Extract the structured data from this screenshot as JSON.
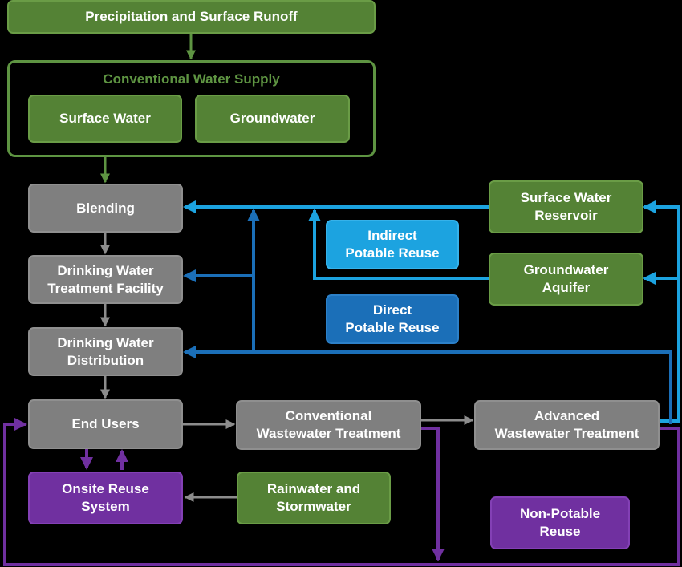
{
  "nodes": {
    "precipitation": "Precipitation and Surface Runoff",
    "conventional_supply": "Conventional Water Supply",
    "surface_water": "Surface Water",
    "groundwater": "Groundwater",
    "blending": "Blending",
    "dw_treatment": "Drinking Water\nTreatment Facility",
    "dw_distribution": "Drinking Water\nDistribution",
    "end_users": "End Users",
    "conv_ww_treatment": "Conventional\nWastewater Treatment",
    "adv_ww_treatment": "Advanced\nWastewater Treatment",
    "surface_reservoir": "Surface Water\nReservoir",
    "groundwater_aquifer": "Groundwater\nAquifer",
    "onsite_reuse": "Onsite Reuse\nSystem",
    "rainwater": "Rainwater and\nStormwater"
  },
  "legend": {
    "indirect": "Indirect\nPotable Reuse",
    "direct": "Direct\nPotable Reuse",
    "non_potable": "Non-Potable\nReuse"
  },
  "colors": {
    "green": "#548235",
    "gray": "#7f7f7f",
    "purple": "#7030a0",
    "indirect_blue": "#1ca3e0",
    "direct_blue": "#1b6fb8",
    "background": "#000000"
  }
}
